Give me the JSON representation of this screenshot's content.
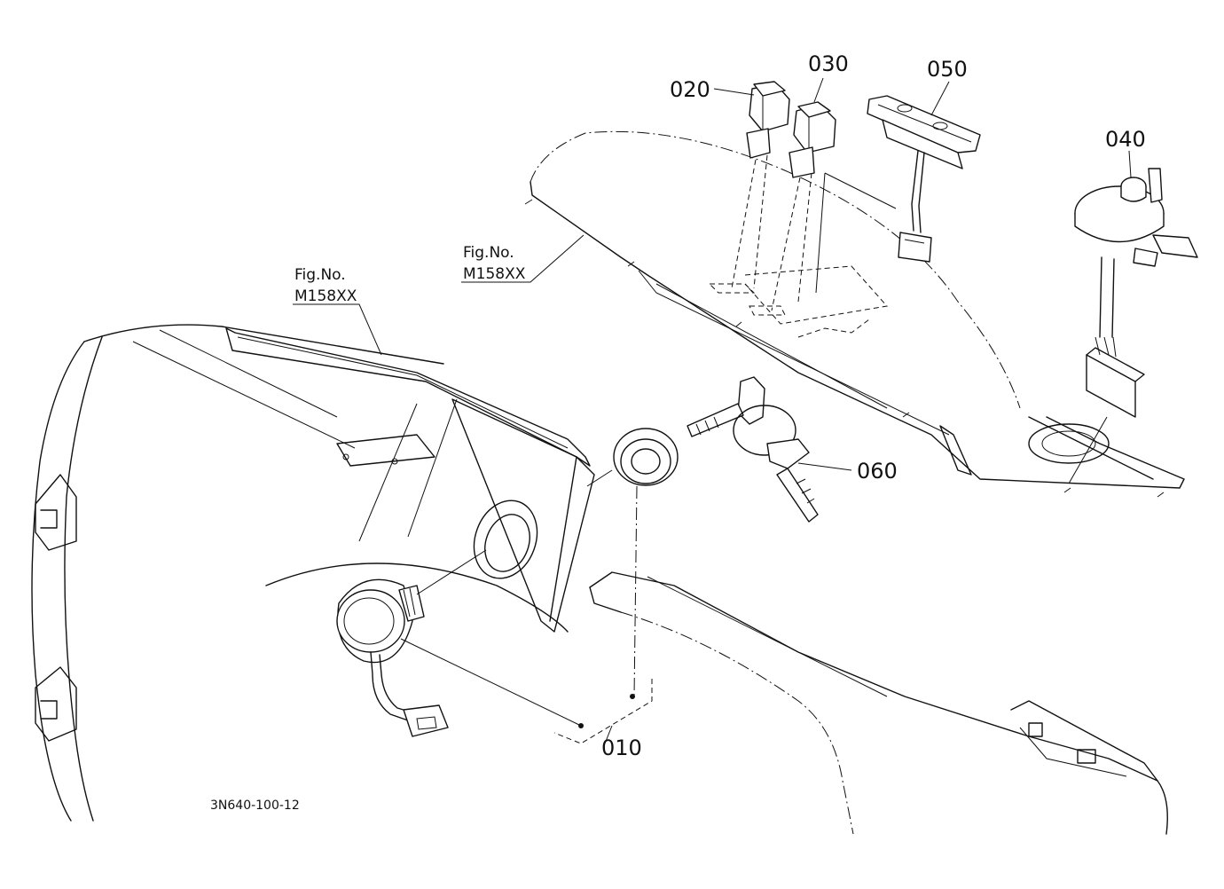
{
  "callouts": {
    "p010": "010",
    "p020": "020",
    "p030": "030",
    "p040": "040",
    "p050": "050",
    "p060": "060"
  },
  "fig_refs": {
    "upper": {
      "line1": "Fig.No.",
      "line2": "M158XX"
    },
    "left": {
      "line1": "Fig.No.",
      "line2": "M158XX"
    }
  },
  "drawing_code": "3N640-100-12"
}
